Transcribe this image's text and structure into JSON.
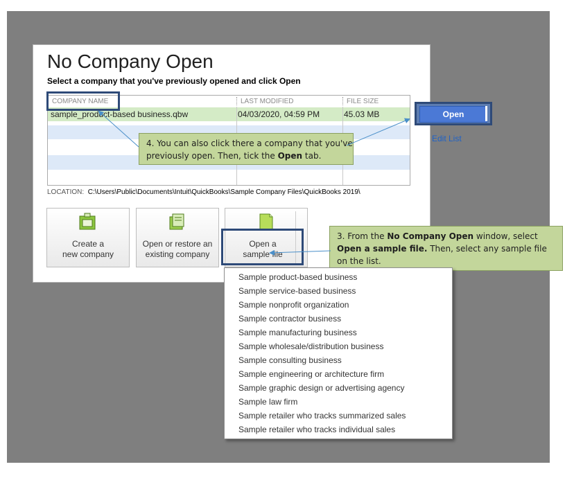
{
  "dialog": {
    "title": "No Company Open",
    "subtitle": "Select a company that you've previously opened and click Open",
    "columns": [
      "COMPANY NAME",
      "LAST MODIFIED",
      "FILE SIZE"
    ],
    "rows": [
      {
        "name": "sample_product-based business.qbw",
        "modified": "04/03/2020, 04:59 PM",
        "size": "45.03 MB"
      }
    ],
    "open_button": "Open",
    "edit_list": "Edit List",
    "location_label": "LOCATION:",
    "location_path": "C:\\Users\\Public\\Documents\\Intuit\\QuickBooks\\Sample Company Files\\QuickBooks 2019\\",
    "buttons": {
      "create_line1": "Create a",
      "create_line2": "new company",
      "restore_line1": "Open or restore an",
      "restore_line2": "existing company",
      "sample_line1": "Open a",
      "sample_line2": "sample file"
    }
  },
  "sample_menu": [
    "Sample product-based business",
    "Sample service-based business",
    "Sample nonprofit organization",
    "Sample contractor business",
    "Sample manufacturing business",
    "Sample wholesale/distribution business",
    "Sample consulting business",
    "Sample engineering or architecture firm",
    "Sample graphic design or advertising agency",
    "Sample law firm",
    "Sample retailer who tracks summarized sales",
    "Sample retailer who tracks individual sales"
  ],
  "callouts": {
    "step4_pre": "4. You can also click there a company that you've previously open. Then, tick the ",
    "step4_bold": "Open",
    "step4_post": " tab.",
    "step3_pre": "3. From the ",
    "step3_bold1": "No Company Open",
    "step3_mid": " window, select ",
    "step3_bold2": "Open a sample file.",
    "step3_post": " Then, select any sample file on the list."
  },
  "colors": {
    "highlight_border": "#2e4a78",
    "callout_bg": "#c3d69b",
    "open_button": "#4b79d6",
    "link": "#1f62c6"
  }
}
